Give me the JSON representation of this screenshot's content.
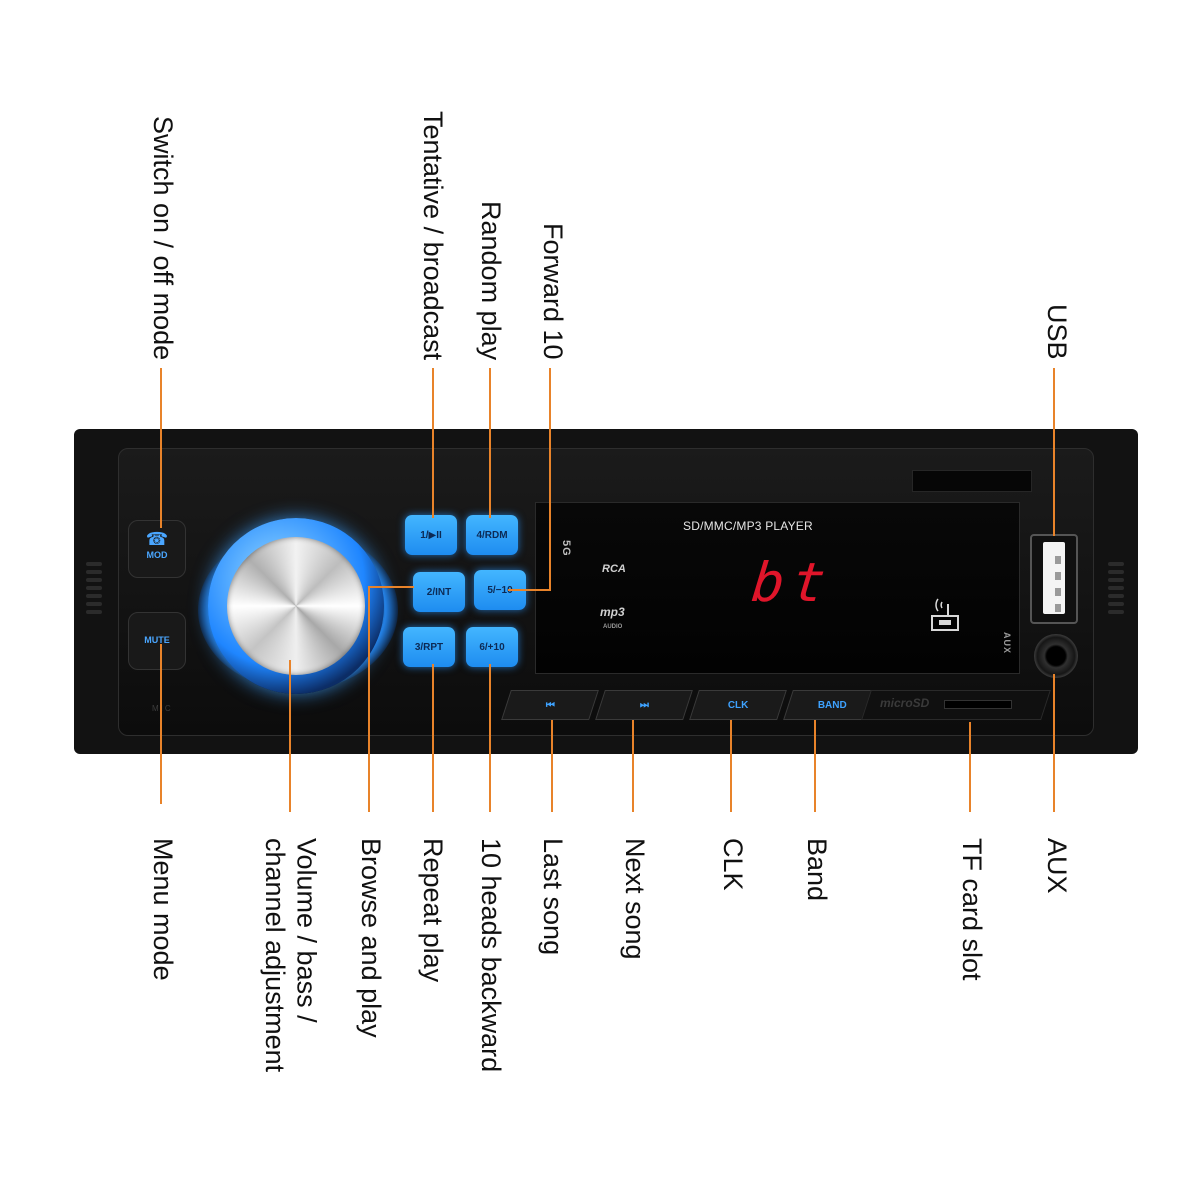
{
  "title_labels": {
    "switch_mode": "Switch on / off mode",
    "tentative": "Tentative / broadcast",
    "random": "Random play",
    "forward": "Forward 10",
    "usb": "USB"
  },
  "bottom_labels": {
    "menu": "Menu mode",
    "volume_line1": "Volume / bass /",
    "volume_line2": "channel adjustment",
    "browse": "Browse and play",
    "repeat": "Repeat play",
    "backward": "10 heads backward",
    "last": "Last song",
    "next": "Next song",
    "clk": "CLK",
    "band": "Band",
    "tf": "TF card slot",
    "aux": "AUX"
  },
  "device": {
    "mod_label": "MOD",
    "mute_label": "MUTE",
    "mic_label": "MIC",
    "keys": {
      "k1": "1/▶II",
      "k2": "2/INT",
      "k3": "3/RPT",
      "k4": "4/RDM",
      "k5": "5/−10",
      "k6": "6/+10"
    },
    "display_title": "SD/MMC/MP3 PLAYER",
    "display_text": "bt",
    "rca": "RCA",
    "mp3": "mp3",
    "audio": "AUDIO",
    "side_logo": "5G",
    "aux_text": "AUX",
    "clk_btn": "CLK",
    "band_btn": "BAND",
    "micro_sd": "microSD"
  },
  "colors": {
    "leader": "#e8832a",
    "key_blue": "#2fa0ff",
    "display_red": "#e0152a"
  }
}
